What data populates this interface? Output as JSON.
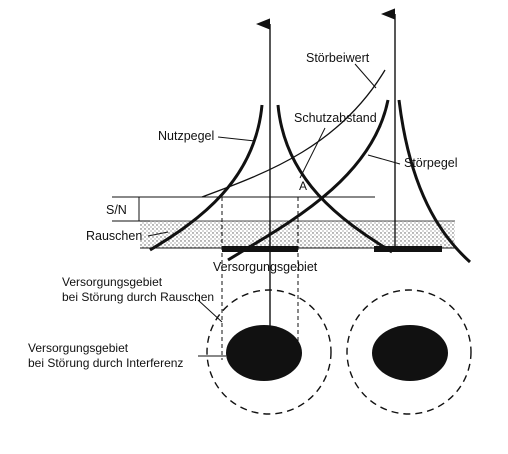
{
  "labels": {
    "stoerbeiwert": "Störbeiwert",
    "schutzabstand": "Schutzabstand",
    "nutzpegel": "Nutzpegel",
    "stoerpegel": "Störpegel",
    "point_a": "A",
    "s_n": "S/N",
    "rauschen": "Rauschen",
    "versorgungsgebiet": "Versorgungsgebiet",
    "noise_area_line1": "Versorgungsgebiet",
    "noise_area_line2": "bei Störung durch Rauschen",
    "interference_area_line1": "Versorgungsgebiet",
    "interference_area_line2": "bei Störung durch Interferenz"
  },
  "colors": {
    "ink": "#111111",
    "noise_band": "#cfcfcf",
    "background": "#ffffff"
  }
}
